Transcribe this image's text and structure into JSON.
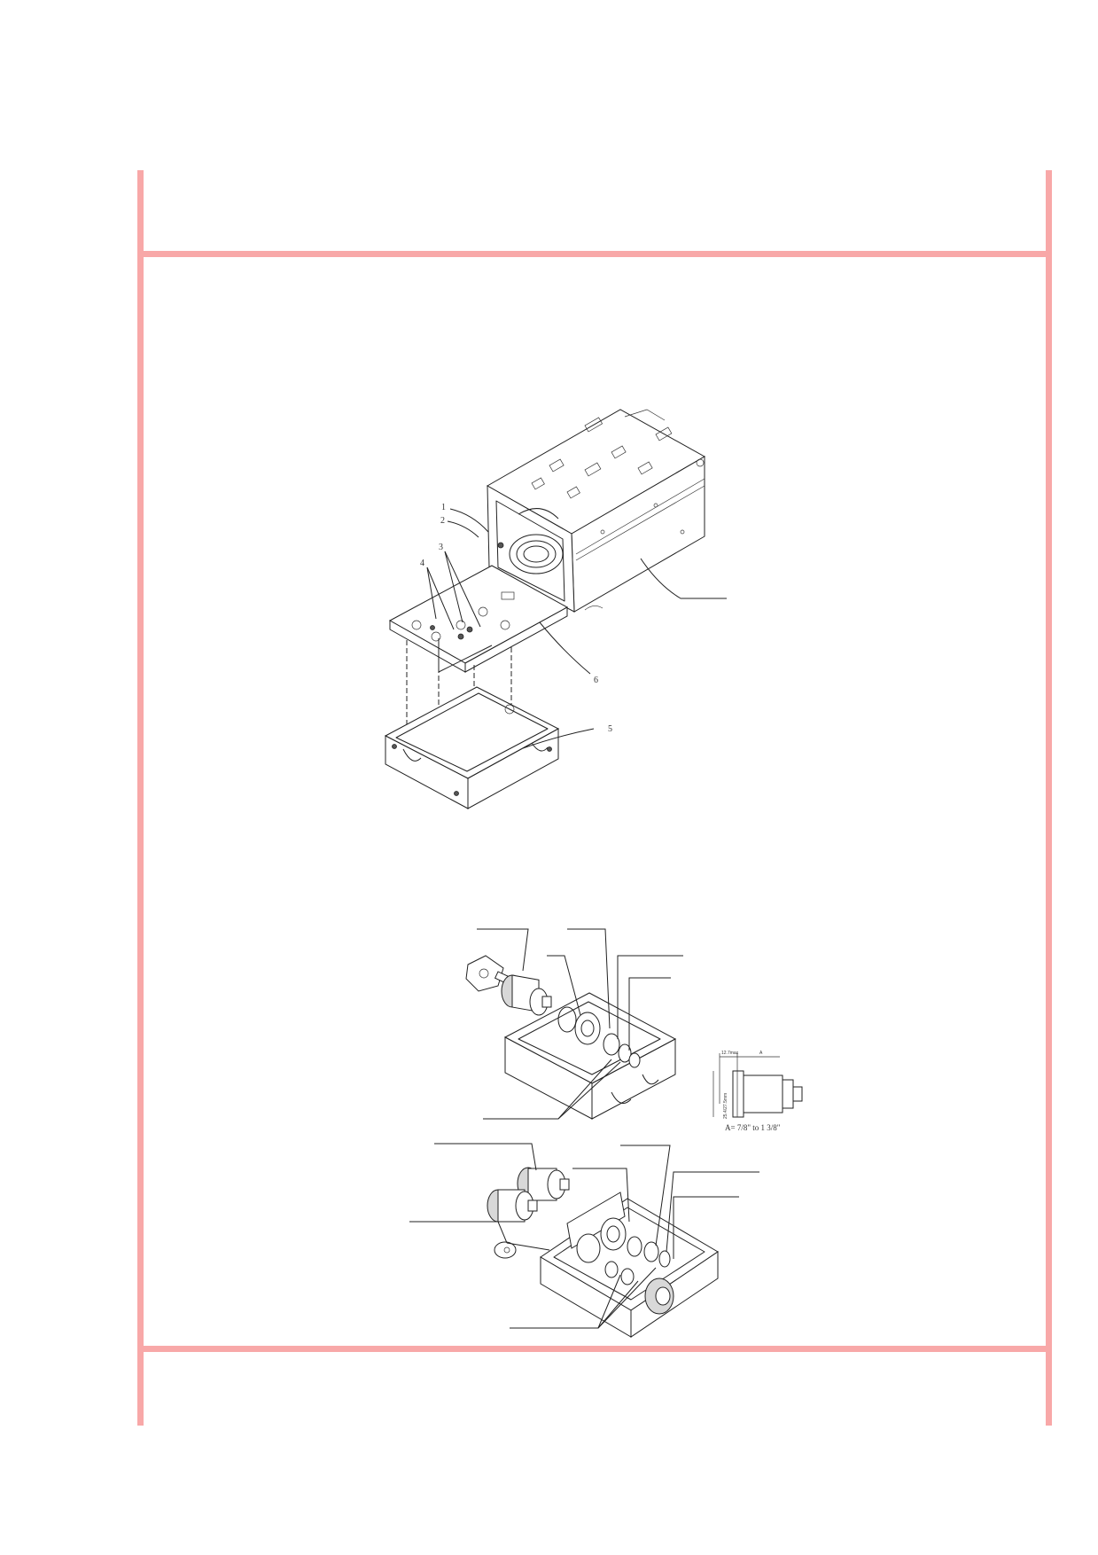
{
  "page": {
    "frame_color": "#f8a8a8"
  },
  "figure_top": {
    "name": "cash-box-mounting-exploded-view",
    "callouts": [
      "1",
      "2",
      "3",
      "4",
      "5",
      "6"
    ]
  },
  "figure_bottom": {
    "name": "lock-installation-views",
    "lock_dimension": {
      "top_dim": "12.7max",
      "top_dim_a": "A",
      "side_dim": "25.4/27.5mm",
      "formula": "A= 7/8\" to 1 3/8\""
    }
  }
}
